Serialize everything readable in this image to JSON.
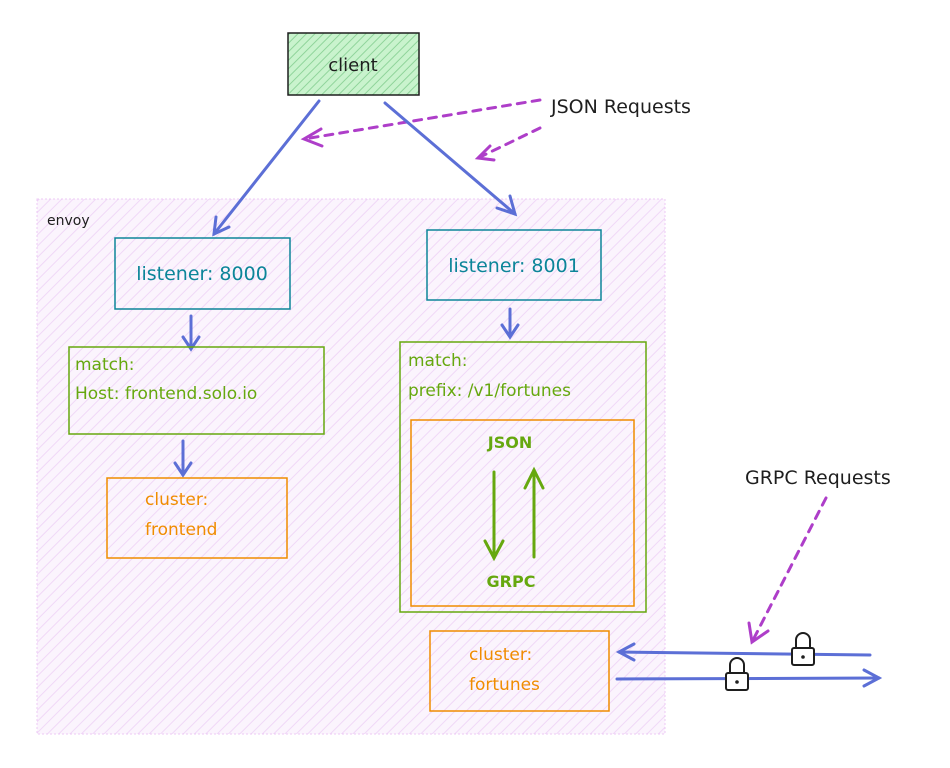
{
  "client": {
    "label": "client"
  },
  "annotations": {
    "json_requests": "JSON Requests",
    "grpc_requests": "GRPC Requests"
  },
  "envoy": {
    "label": "envoy"
  },
  "listeners": [
    {
      "label": "listener: 8000"
    },
    {
      "label": "listener: 8001"
    }
  ],
  "routes": [
    {
      "line1": "match:",
      "line2": "Host: frontend.solo.io"
    },
    {
      "line1": "match:",
      "line2": "prefix: /v1/fortunes"
    }
  ],
  "transcoder": {
    "top": "JSON",
    "bottom": "GRPC"
  },
  "clusters": [
    {
      "line1": "cluster:",
      "line2": "frontend"
    },
    {
      "line1": "cluster:",
      "line2": "fortunes"
    }
  ],
  "colors": {
    "client_fill": "#b2f2bb",
    "client_stroke": "#2f9e44",
    "teal": "#0c8599",
    "green": "#66a80f",
    "orange": "#f08c00",
    "arrow_blue": "#5c6fd6",
    "dashed_purple": "#ae3ec9",
    "envoy_fill": "#f8f0fc",
    "envoy_hatch": "#f3d9fa"
  },
  "icons": [
    "padlock-icon",
    "padlock-icon"
  ]
}
